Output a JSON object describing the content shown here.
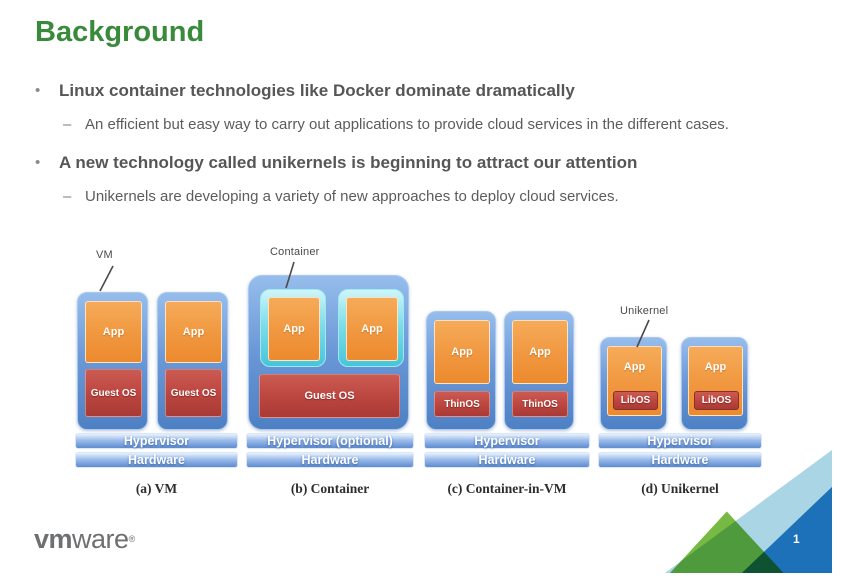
{
  "slide": {
    "title": "Background",
    "bullet_marker": "•",
    "sub_marker": "–",
    "bullets": [
      {
        "text": "Linux container technologies like Docker dominate dramatically",
        "sub": "An efficient but easy way to carry out applications to provide cloud services in the different cases."
      },
      {
        "text": "A new technology called unikernels is beginning to attract our attention",
        "sub": "Unikernels are developing a variety of new approaches to deploy cloud services."
      }
    ]
  },
  "diagram": {
    "groups": [
      {
        "caption": "(a) VM",
        "callout": "VM",
        "boxes": [
          {
            "app": "App",
            "os": "Guest OS"
          },
          {
            "app": "App",
            "os": "Guest OS"
          }
        ],
        "hypervisor": "Hypervisor",
        "hardware": "Hardware"
      },
      {
        "caption": "(b) Container",
        "callout": "Container",
        "apps": [
          "App",
          "App"
        ],
        "guest_os": "Guest OS",
        "hypervisor": "Hypervisor (optional)",
        "hardware": "Hardware"
      },
      {
        "caption": "(c) Container-in-VM",
        "boxes": [
          {
            "app": "App",
            "os": "ThinOS"
          },
          {
            "app": "App",
            "os": "ThinOS"
          }
        ],
        "hypervisor": "Hypervisor",
        "hardware": "Hardware"
      },
      {
        "caption": "(d) Unikernel",
        "callout": "Unikernel",
        "boxes": [
          {
            "app": "App",
            "os": "LibOS"
          },
          {
            "app": "App",
            "os": "LibOS"
          }
        ],
        "hypervisor": "Hypervisor",
        "hardware": "Hardware"
      }
    ]
  },
  "footer": {
    "logo_bold": "vm",
    "logo_light": "ware",
    "logo_mark": "®",
    "page_number": "1"
  },
  "colors": {
    "title_green": "#3a8a3c",
    "body_text": "#595959",
    "vm_blue": "#6a97d6",
    "app_orange": "#f0973f",
    "os_red": "#bb453f",
    "container_cyan": "#46c5da",
    "layer_bar_blue": "#5e8bd0",
    "triangle_light_blue": "#a9d5e5",
    "triangle_dark_blue": "#1d71b8",
    "triangle_green": "#76b943"
  }
}
